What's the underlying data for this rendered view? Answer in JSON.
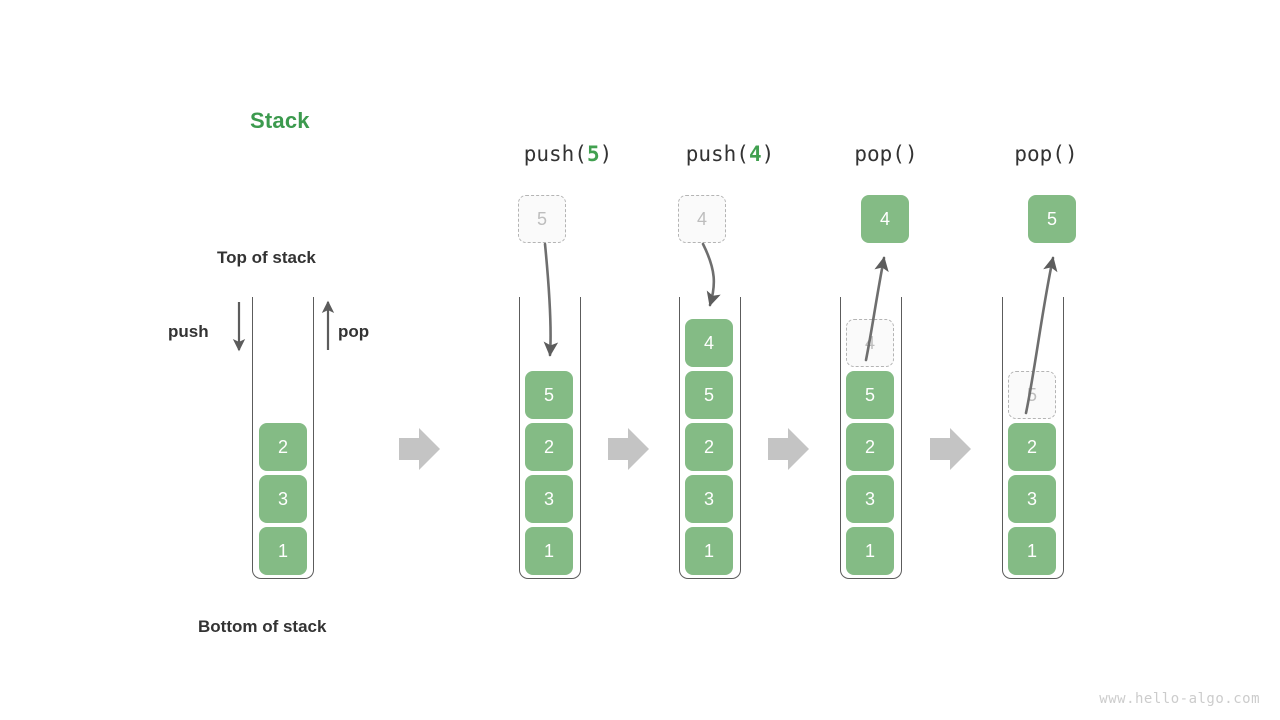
{
  "diagram": {
    "title": "Stack",
    "labels": {
      "top_of_stack": "Top of stack",
      "bottom_of_stack": "Bottom of stack",
      "push": "push",
      "pop": "pop"
    },
    "watermark": "www.hello-algo.com"
  },
  "columns": [
    {
      "id": "initial",
      "header": null,
      "header_fn": null,
      "header_arg": null,
      "stack": [
        "2",
        "3",
        "1"
      ],
      "floating": null,
      "ghost_in_stack": null
    },
    {
      "id": "push-5",
      "header_fn": "push(",
      "header_arg": "5",
      "header_close": ")",
      "stack": [
        "5",
        "2",
        "3",
        "1"
      ],
      "floating": {
        "value": "5",
        "style": "ghost"
      },
      "ghost_in_stack": null
    },
    {
      "id": "push-4",
      "header_fn": "push(",
      "header_arg": "4",
      "header_close": ")",
      "stack": [
        "4",
        "5",
        "2",
        "3",
        "1"
      ],
      "floating": {
        "value": "4",
        "style": "ghost"
      },
      "ghost_in_stack": null
    },
    {
      "id": "pop-1",
      "header_fn": "pop(",
      "header_arg": "",
      "header_close": ")",
      "stack": [
        "5",
        "2",
        "3",
        "1"
      ],
      "floating": {
        "value": "4",
        "style": "filled"
      },
      "ghost_in_stack": {
        "value": "4",
        "index_from_top": 0
      }
    },
    {
      "id": "pop-2",
      "header_fn": "pop(",
      "header_arg": "",
      "header_close": ")",
      "stack": [
        "2",
        "3",
        "1"
      ],
      "floating": {
        "value": "5",
        "style": "filled"
      },
      "ghost_in_stack": {
        "value": "5",
        "index_from_top": 0
      }
    }
  ],
  "colors": {
    "element_green": "#84bb85",
    "title_green": "#3c9a4e",
    "arg_green": "#41a050",
    "container_stroke": "#5c5c5c",
    "ghost_fill": "#fafafa",
    "ghost_border": "#b4b4b4",
    "ghost_text": "#bdbdbd",
    "transition_arrow": "#c4c4c4",
    "text_dark": "#333333",
    "watermark": "#cccccc"
  },
  "transition_arrows": [
    {
      "from": "initial",
      "to": "push-5"
    },
    {
      "from": "push-5",
      "to": "push-4"
    },
    {
      "from": "push-4",
      "to": "pop-1"
    },
    {
      "from": "pop-1",
      "to": "pop-2"
    }
  ]
}
